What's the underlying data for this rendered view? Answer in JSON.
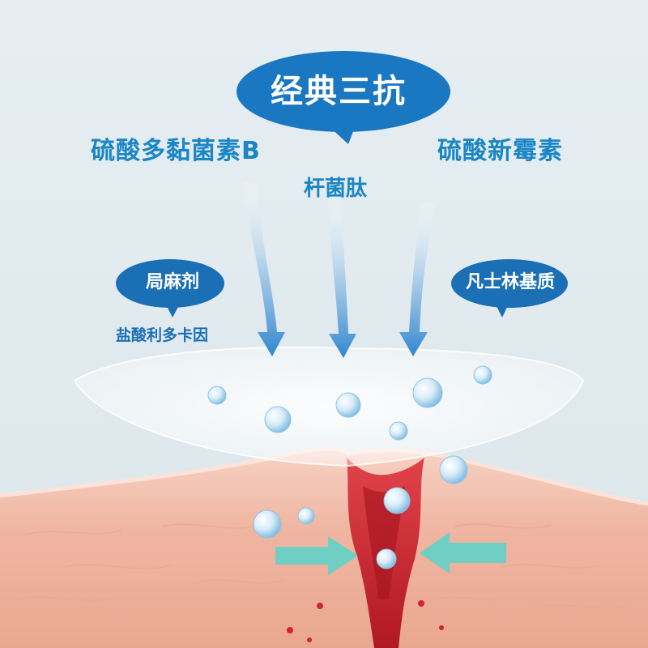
{
  "title_bubble": "经典三抗",
  "ingredients": {
    "left": "硫酸多黏菌素B",
    "center": "杆菌肽",
    "right": "硫酸新霉素"
  },
  "left_badge": "局麻剂",
  "left_badge_sub": "盐酸利多卡因",
  "right_badge": "凡士林基质",
  "colors": {
    "primary_blue": "#1a78c2",
    "text_blue": "#1a86c6",
    "wound_red": "#c8202a",
    "skin": "#f0b8a5",
    "arrow_teal": "#6fcfc4"
  }
}
